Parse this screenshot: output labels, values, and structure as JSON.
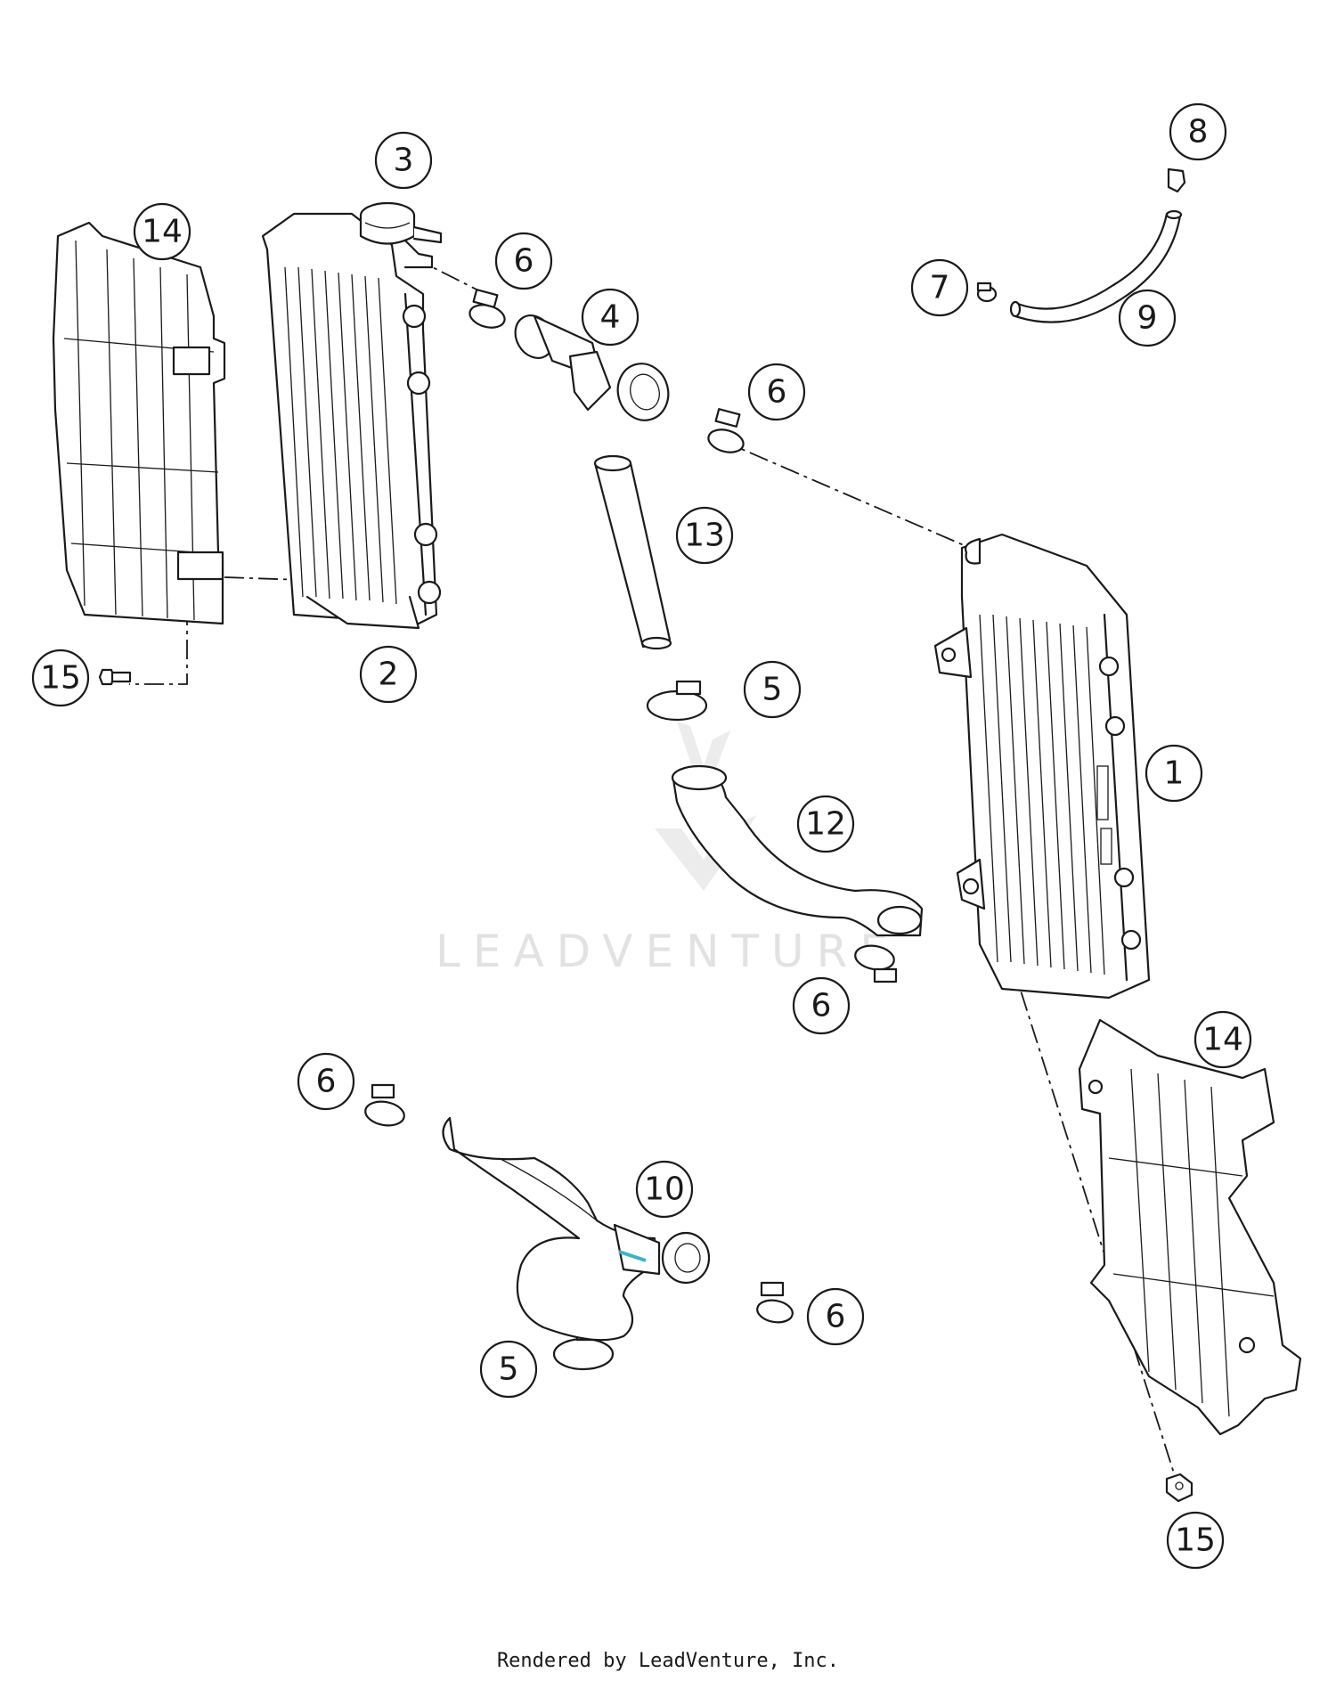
{
  "watermark": "LEADVENTURE",
  "credit": "Rendered by LeadVenture, Inc.",
  "callouts": [
    "1",
    "2",
    "3",
    "4",
    "5",
    "6",
    "7",
    "8",
    "9",
    "10",
    "12",
    "13",
    "14",
    "15"
  ]
}
